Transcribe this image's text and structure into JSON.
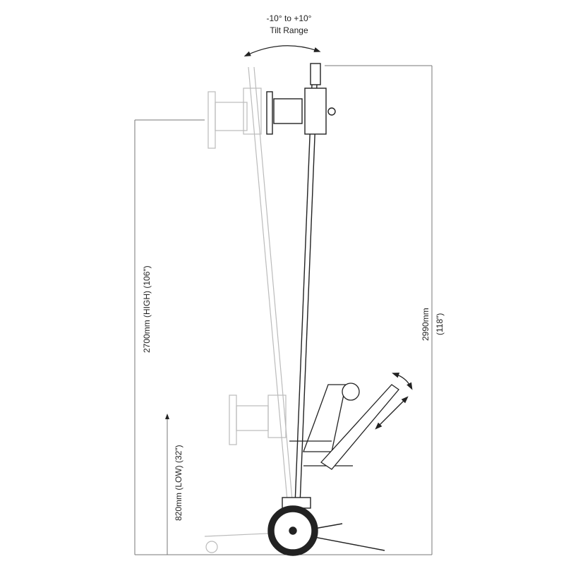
{
  "tilt": {
    "range": "-10° to +10°",
    "label": "Tilt Range"
  },
  "dimensions": {
    "high": "2700mm (HIGH) (106\")",
    "low": "820mm (LOW) (32\")",
    "total_mm": "2990mm",
    "total_in": "(118\")"
  }
}
